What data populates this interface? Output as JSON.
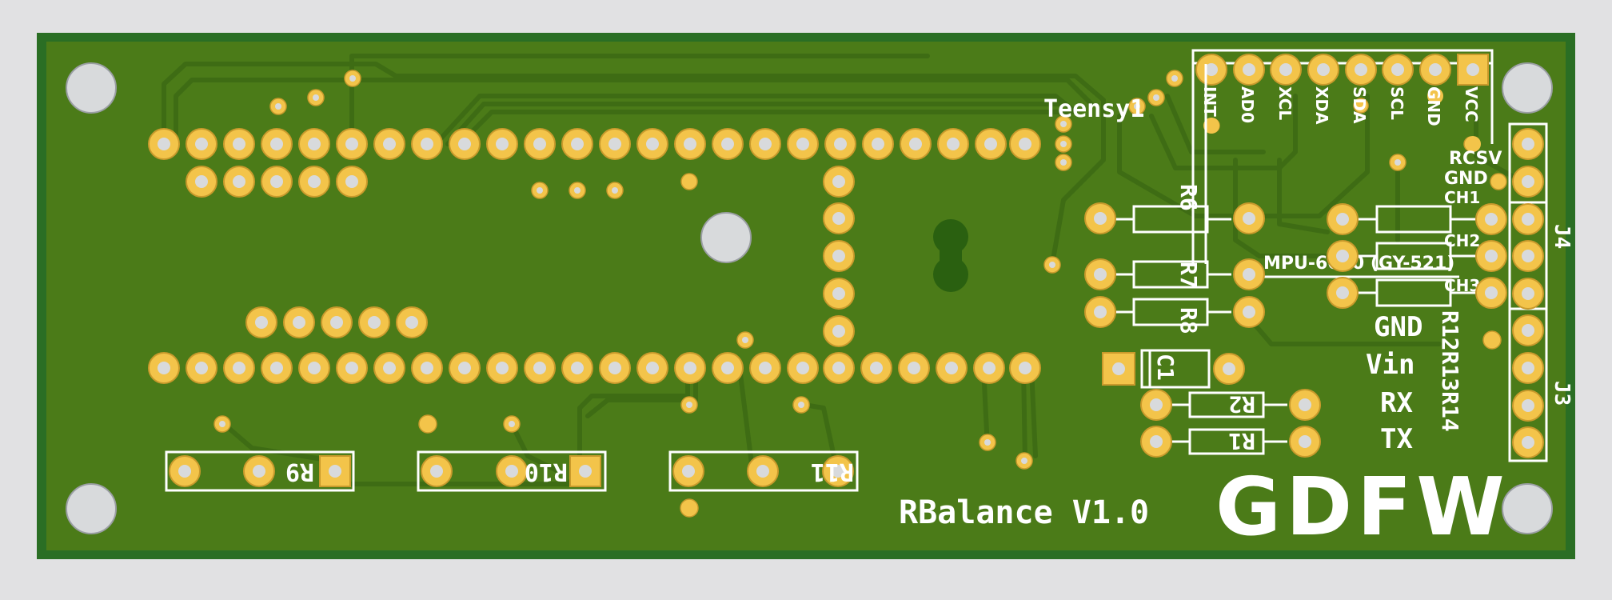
{
  "colors": {
    "background": "#e1e1e3",
    "board_edge": "#2a6e24",
    "board": "#4b7b18",
    "trace": "#3f6e14",
    "copper": "#f3c44a",
    "drill": "#d8dadc",
    "silkscreen": "#ffffff"
  },
  "board": {
    "title": "RBalance V1.0",
    "logo": "GDFW",
    "module_teensy": "Teensy1",
    "module_mpu": "MPU-6050 (GY-521)"
  },
  "mpu_pins": [
    "INT",
    "AD0",
    "XCL",
    "XDA",
    "SDA",
    "SCL",
    "GND",
    "VCC"
  ],
  "rc_labels": [
    "RCSV",
    "GND",
    "CH1",
    "CH2",
    "CH3"
  ],
  "serial_labels": [
    "GND",
    "Vin",
    "RX",
    "TX"
  ],
  "connectors": {
    "j4": "J4",
    "j3": "J3"
  },
  "resistors": {
    "r1": "R1",
    "r2": "R2",
    "r6": "R6",
    "r7": "R7",
    "r8": "R8",
    "r9": "R9",
    "r10": "R10",
    "r11": "R11",
    "r12_14": "R12R13R14"
  },
  "capacitor": "C1"
}
